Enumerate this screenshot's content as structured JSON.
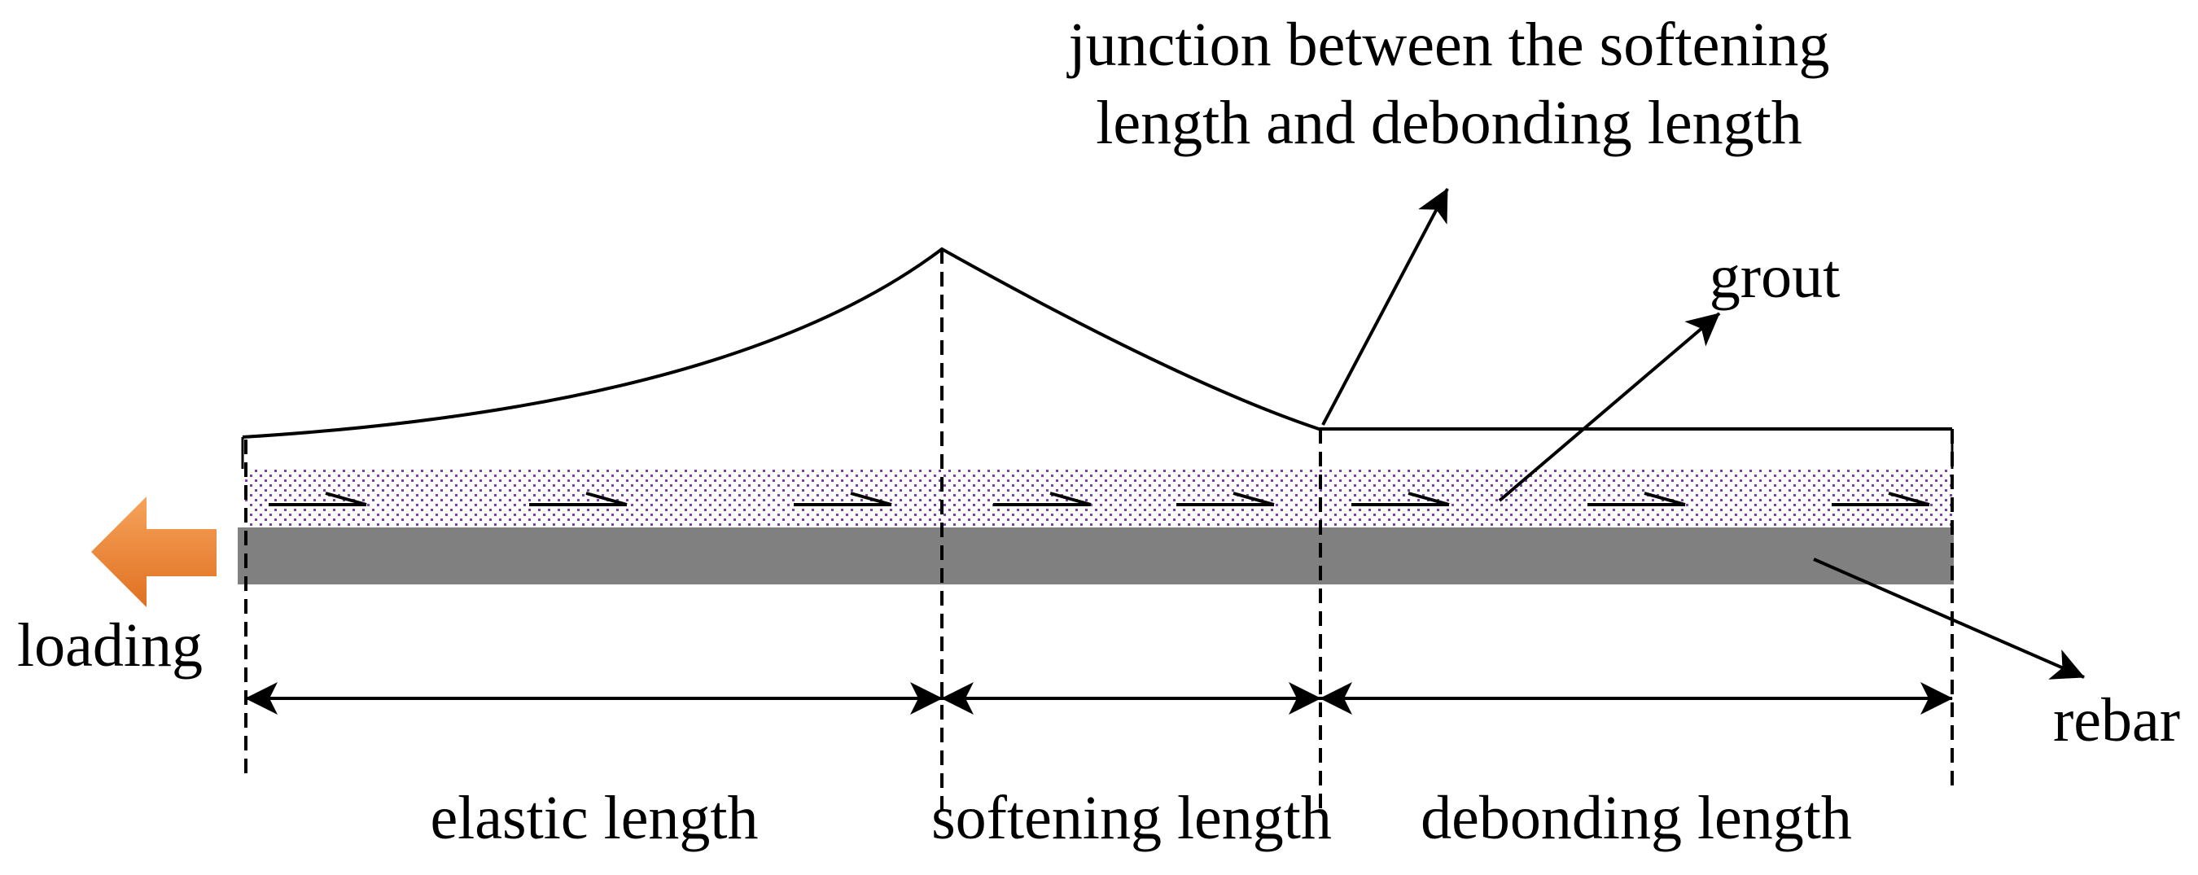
{
  "labels": {
    "junction_line1": "junction between the softening",
    "junction_line2": "length and debonding length",
    "grout": "grout",
    "loading": "loading",
    "rebar": "rebar",
    "elastic_length": "elastic length",
    "softening_length": "softening length",
    "debonding_length": "debonding length"
  },
  "colors": {
    "rebar": "#808080",
    "grout_dots": "#7a3fa8",
    "loading_arrow_light": "#f6a35c",
    "loading_arrow_dark": "#e07020",
    "line": "#000000"
  },
  "icons": {
    "loading_arrow": "left-arrow-icon",
    "bond_arrows": "right-arrow-icon"
  }
}
